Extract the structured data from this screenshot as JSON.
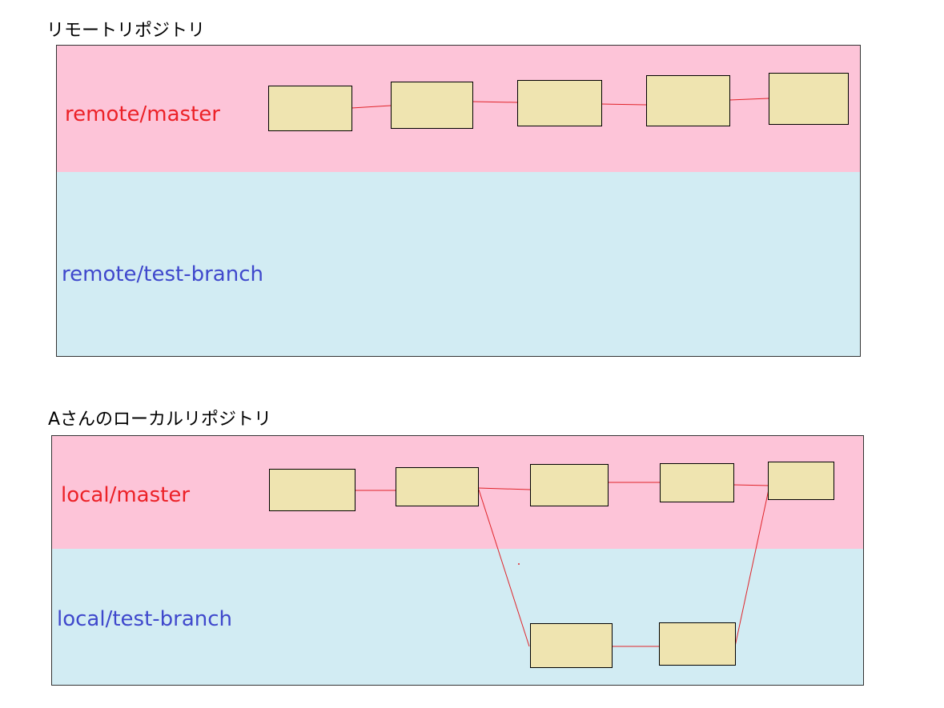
{
  "colors": {
    "master_lane": "#fdc4d8",
    "branch_lane": "#d2ecf3",
    "master_text": "#ec2127",
    "branch_text": "#3f48cc",
    "commit_fill": "#efe4b0",
    "edge": "#e0242a"
  },
  "remote": {
    "heading": "リモートリポジトリ",
    "master_label": "remote/master",
    "branch_label": "remote/test-branch"
  },
  "local": {
    "heading": "Aさんのローカルリポジトリ",
    "master_label": "local/master",
    "branch_label": "local/test-branch"
  }
}
